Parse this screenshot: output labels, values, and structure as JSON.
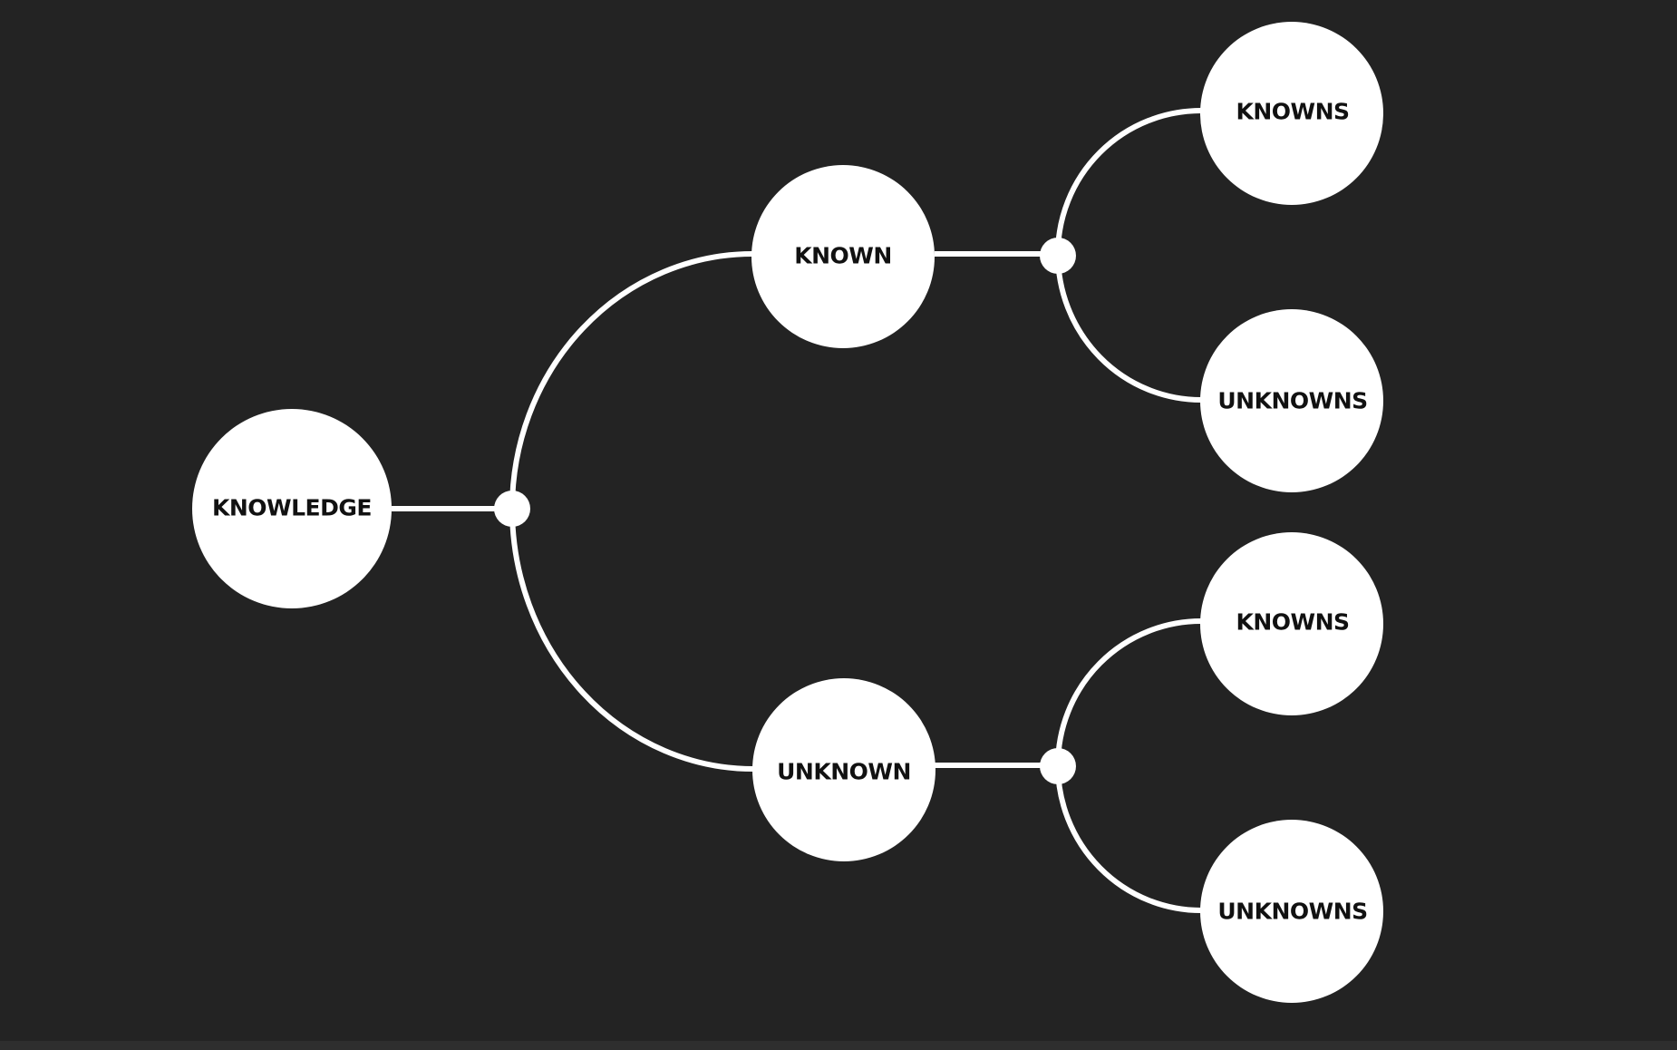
{
  "colors": {
    "background": "#232323",
    "node_fill": "#ffffff",
    "line": "#ffffff",
    "text": "#111111"
  },
  "nodes": {
    "root": {
      "label": "KNOWLEDGE"
    },
    "known": {
      "label": "KNOWN"
    },
    "unknown": {
      "label": "UNKNOWN"
    },
    "known_knowns": {
      "label": "KNOWNS"
    },
    "known_unknowns": {
      "label": "UNKNOWNS"
    },
    "unknown_knowns": {
      "label": "KNOWNS"
    },
    "unknown_unknowns": {
      "label": "UNKNOWNS"
    }
  },
  "edges": [
    {
      "from": "root",
      "to": "known"
    },
    {
      "from": "root",
      "to": "unknown"
    },
    {
      "from": "known",
      "to": "known_knowns"
    },
    {
      "from": "known",
      "to": "known_unknowns"
    },
    {
      "from": "unknown",
      "to": "unknown_knowns"
    },
    {
      "from": "unknown",
      "to": "unknown_unknowns"
    }
  ]
}
